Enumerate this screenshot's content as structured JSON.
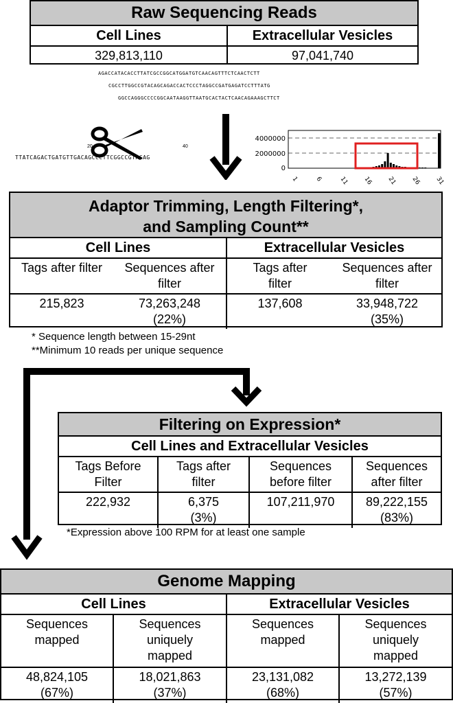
{
  "raw": {
    "title": "Raw Sequencing Reads",
    "col1": "Cell Lines",
    "col2": "Extracellular Vesicles",
    "val1": "329,813,110",
    "val2": "97,041,740"
  },
  "reads": {
    "line1": "AGACCATACACCTTATCGCCGGCATGGATGTCAACAGTTTCTCAACTCTT",
    "line2": "CGCCTTGGCCGTACAGCAGACCACTCCCTAGGCCGATGAGATCCTTTATG",
    "line3": "GGCCAGGGCCCCGGCAATAAGGTTAATGCACTACTCAACAGAAAGCTTCT",
    "adaptor": "TTATCAGACTGATGTTGACAGCCCTTCGGCCGTACAG",
    "pos20": "20",
    "pos40": "40"
  },
  "histogram": {
    "y_ticks": [
      "4000000",
      "2000000",
      "0"
    ],
    "x_ticks": [
      "1",
      "6",
      "11",
      "16",
      "21",
      "26",
      "31"
    ],
    "highlight_color": "#e02020"
  },
  "trim": {
    "title_line1": "Adaptor Trimming, Length Filtering*,",
    "title_line2": "and Sampling Count**",
    "col1": "Cell Lines",
    "col2": "Extracellular Vesicles",
    "h1": "Tags after filter",
    "h2": "Sequences after filter",
    "h3": "Tags after filter",
    "h4": "Sequences after filter",
    "v1": "215,823",
    "v2": "73,263,248",
    "v2p": "(22%)",
    "v3": "137,608",
    "v4": "33,948,722",
    "v4p": "(35%)",
    "note1": "* Sequence length between 15-29nt",
    "note2": "**Minimum 10 reads per unique sequence"
  },
  "expr": {
    "title": "Filtering on Expression*",
    "sub": "Cell Lines and Extracellular Vesicles",
    "h1": "Tags Before Filter",
    "h2": "Tags after filter",
    "h3": "Sequences before filter",
    "h4": "Sequences after filter",
    "v1": "222,932",
    "v2": "6,375",
    "v2p": "(3%)",
    "v3": "107,211,970",
    "v4": "89,222,155",
    "v4p": "(83%)",
    "note": "*Expression above 100 RPM for at least one sample"
  },
  "genome": {
    "title": "Genome Mapping",
    "col1": "Cell Lines",
    "col2": "Extracellular Vesicles",
    "h1": "Sequences mapped",
    "h2": "Sequences uniquely mapped",
    "h3": "Sequences mapped",
    "h4": "Sequences uniquely mapped",
    "v1": "48,824,105",
    "v1p": "(67%)",
    "v2": "18,021,863",
    "v2p": "(37%)",
    "v3": "23,131,082",
    "v3p": "(68%)",
    "v4": "13,272,139",
    "v4p": "(57%)"
  },
  "colors": {
    "header_gray": "#c8c8c8",
    "dot_red": "#e8483a",
    "dot_yellow": "#f2c318",
    "dot_green": "#47a843",
    "dot_blue": "#3a56c4"
  }
}
